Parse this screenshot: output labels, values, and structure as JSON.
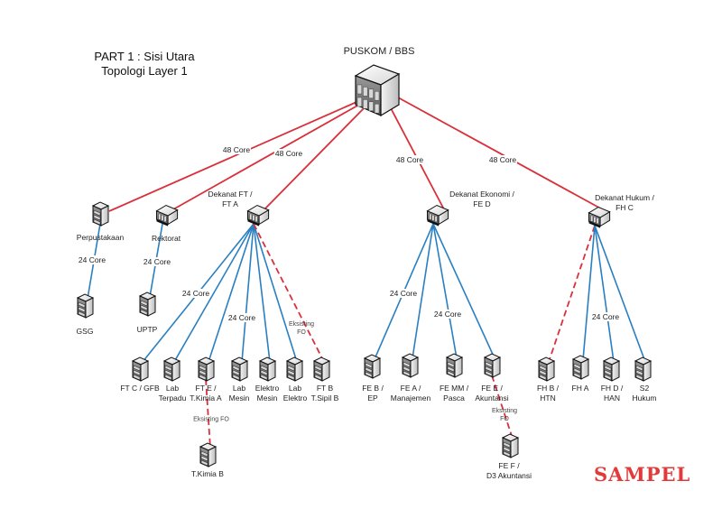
{
  "title": {
    "line1": "PART 1 : Sisi Utara",
    "line2": "Topologi Layer 1"
  },
  "colors": {
    "backbone": "#d9303b",
    "distribution": "#2a7fc0",
    "existing": "#d9303b",
    "watermark": "#e23a3a"
  },
  "watermark": "SAMPEL",
  "nodes": [
    {
      "id": "puskom",
      "label": "PUSKOM / BBS",
      "type": "core-server-icon"
    },
    {
      "id": "perpustakaan",
      "label": "Perpustakaan",
      "type": "building-server-icon"
    },
    {
      "id": "rektorat",
      "label": "Rektorat",
      "type": "switch-icon"
    },
    {
      "id": "dekanat_ft",
      "label": "Dekanat FT /\nFT A",
      "type": "switch-icon"
    },
    {
      "id": "dekanat_fe",
      "label": "Dekanat Ekonomi /\nFE D",
      "type": "switch-icon"
    },
    {
      "id": "dekanat_fh",
      "label": "Dekanat Hukum /\nFH C",
      "type": "switch-icon"
    },
    {
      "id": "gsg",
      "label": "GSG",
      "type": "building-server-icon"
    },
    {
      "id": "uptp",
      "label": "UPTP",
      "type": "building-server-icon"
    },
    {
      "id": "ftc",
      "label": "FT C / GFB",
      "type": "building-server-icon"
    },
    {
      "id": "lab_terpadu",
      "label": "Lab\nTerpadu",
      "type": "building-server-icon"
    },
    {
      "id": "fte",
      "label": "FT E /\nT.Kimia A",
      "type": "building-server-icon"
    },
    {
      "id": "lab_mesin",
      "label": "Lab\nMesin",
      "type": "building-server-icon"
    },
    {
      "id": "elektro_mesin",
      "label": "Elektro\nMesin",
      "type": "building-server-icon"
    },
    {
      "id": "lab_elektro",
      "label": "Lab\nElektro",
      "type": "building-server-icon"
    },
    {
      "id": "ftb",
      "label": "FT B\nT.Sipil B",
      "type": "building-server-icon"
    },
    {
      "id": "tkimia_b",
      "label": "T.Kimia B",
      "type": "building-server-icon"
    },
    {
      "id": "feb",
      "label": "FE B /\nEP",
      "type": "building-server-icon"
    },
    {
      "id": "fea",
      "label": "FE A /\nManajemen",
      "type": "building-server-icon"
    },
    {
      "id": "femm",
      "label": "FE MM /\nPasca",
      "type": "building-server-icon"
    },
    {
      "id": "fee",
      "label": "FE E /\nAkuntansi",
      "type": "building-server-icon"
    },
    {
      "id": "fef",
      "label": "FE F /\nD3 Akuntansi",
      "type": "building-server-icon"
    },
    {
      "id": "fhb",
      "label": "FH B /\nHTN",
      "type": "building-server-icon"
    },
    {
      "id": "fha",
      "label": "FH A",
      "type": "building-server-icon"
    },
    {
      "id": "fhd",
      "label": "FH D /\nHAN",
      "type": "building-server-icon"
    },
    {
      "id": "s2hukum",
      "label": "S2\nHukum",
      "type": "building-server-icon"
    }
  ],
  "edge_labels": [
    {
      "id": "l1",
      "text": "48 Core"
    },
    {
      "id": "l2",
      "text": "48 Core"
    },
    {
      "id": "l3",
      "text": "48 Core"
    },
    {
      "id": "l4",
      "text": "48 Core"
    },
    {
      "id": "l5",
      "text": "24 Core"
    },
    {
      "id": "l6",
      "text": "24 Core"
    },
    {
      "id": "l7",
      "text": "24 Core"
    },
    {
      "id": "l8",
      "text": "24 Core"
    },
    {
      "id": "l9",
      "text": "Eksisting\nFO"
    },
    {
      "id": "l10",
      "text": "Eksisting FO"
    },
    {
      "id": "l11",
      "text": "24 Core"
    },
    {
      "id": "l12",
      "text": "24 Core"
    },
    {
      "id": "l13",
      "text": "Eksisting\nFO"
    },
    {
      "id": "l14",
      "text": "24 Core"
    }
  ],
  "links": [
    {
      "from": "puskom",
      "to": "perpustakaan",
      "kind": "backbone",
      "cores": 48
    },
    {
      "from": "puskom",
      "to": "rektorat",
      "kind": "backbone",
      "cores": 48
    },
    {
      "from": "puskom",
      "to": "dekanat_ft",
      "kind": "backbone",
      "cores": 48
    },
    {
      "from": "puskom",
      "to": "dekanat_fe",
      "kind": "backbone",
      "cores": 48
    },
    {
      "from": "puskom",
      "to": "dekanat_fh",
      "kind": "backbone",
      "cores": 48
    },
    {
      "from": "perpustakaan",
      "to": "gsg",
      "kind": "distribution",
      "cores": 24
    },
    {
      "from": "rektorat",
      "to": "uptp",
      "kind": "distribution",
      "cores": 24
    },
    {
      "from": "dekanat_ft",
      "to": "ftc",
      "kind": "distribution",
      "cores": 24
    },
    {
      "from": "dekanat_ft",
      "to": "lab_terpadu",
      "kind": "distribution",
      "cores": 24
    },
    {
      "from": "dekanat_ft",
      "to": "fte",
      "kind": "distribution",
      "cores": 24
    },
    {
      "from": "dekanat_ft",
      "to": "lab_mesin",
      "kind": "distribution",
      "cores": 24
    },
    {
      "from": "dekanat_ft",
      "to": "elektro_mesin",
      "kind": "distribution",
      "cores": 24
    },
    {
      "from": "dekanat_ft",
      "to": "lab_elektro",
      "kind": "distribution",
      "cores": 24
    },
    {
      "from": "dekanat_ft",
      "to": "ftb",
      "kind": "existing"
    },
    {
      "from": "fte",
      "to": "tkimia_b",
      "kind": "existing"
    },
    {
      "from": "dekanat_fe",
      "to": "feb",
      "kind": "distribution",
      "cores": 24
    },
    {
      "from": "dekanat_fe",
      "to": "fea",
      "kind": "distribution",
      "cores": 24
    },
    {
      "from": "dekanat_fe",
      "to": "femm",
      "kind": "distribution",
      "cores": 24
    },
    {
      "from": "dekanat_fe",
      "to": "fee",
      "kind": "distribution",
      "cores": 24
    },
    {
      "from": "fee",
      "to": "fef",
      "kind": "existing"
    },
    {
      "from": "dekanat_fh",
      "to": "fhb",
      "kind": "existing"
    },
    {
      "from": "dekanat_fh",
      "to": "fha",
      "kind": "distribution",
      "cores": 24
    },
    {
      "from": "dekanat_fh",
      "to": "fhd",
      "kind": "distribution",
      "cores": 24
    },
    {
      "from": "dekanat_fh",
      "to": "s2hukum",
      "kind": "distribution",
      "cores": 24
    }
  ]
}
